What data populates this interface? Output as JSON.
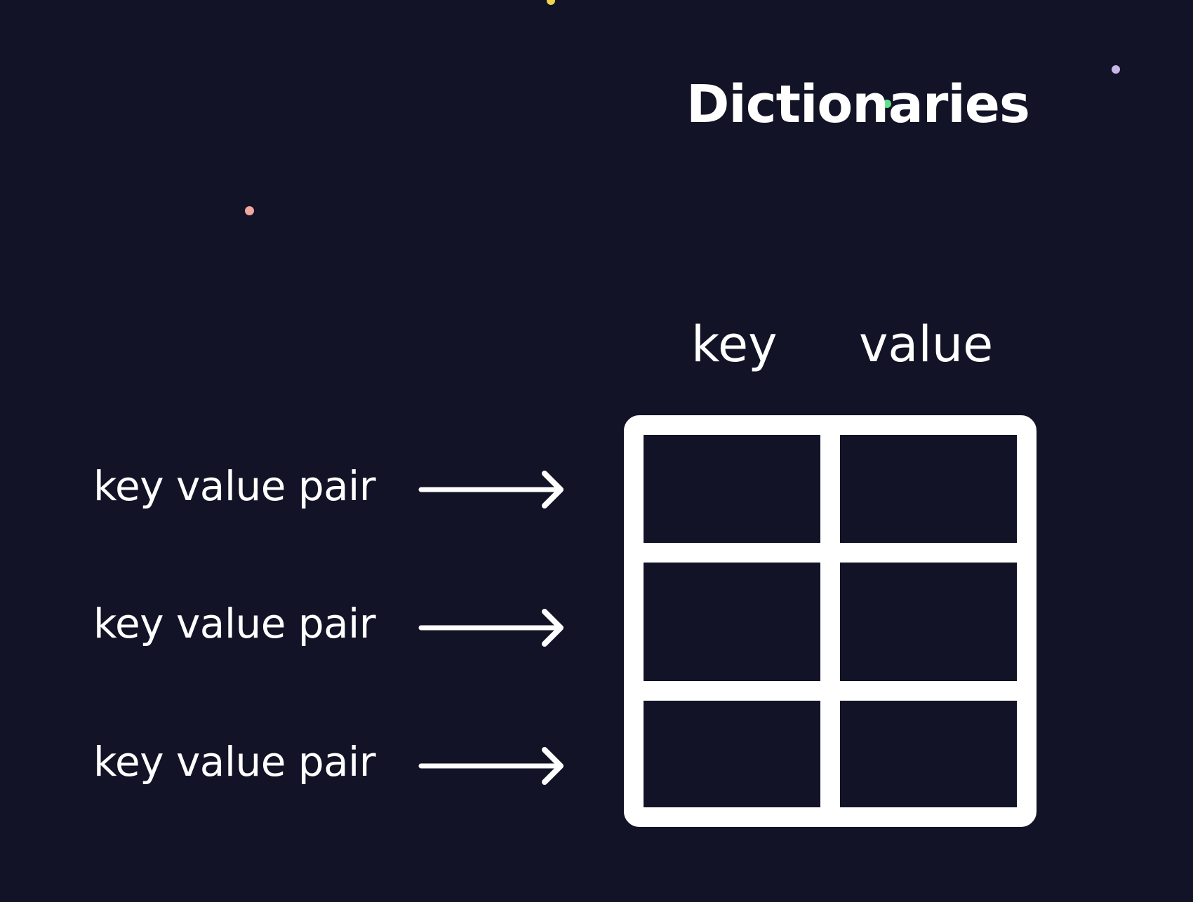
{
  "title": "Dictionaries",
  "columns": {
    "key": "key",
    "value": "value"
  },
  "pairs": [
    {
      "label": "key value pair"
    },
    {
      "label": "key value pair"
    },
    {
      "label": "key value pair"
    }
  ],
  "colors": {
    "background": "#121326",
    "foreground": "#ffffff",
    "dot_yellow": "#f2d24b",
    "dot_green": "#5fe08a",
    "dot_lavender": "#c8b7e6",
    "dot_pink": "#f0a7a0"
  },
  "icons": {
    "arrow": "arrow-right-icon"
  }
}
